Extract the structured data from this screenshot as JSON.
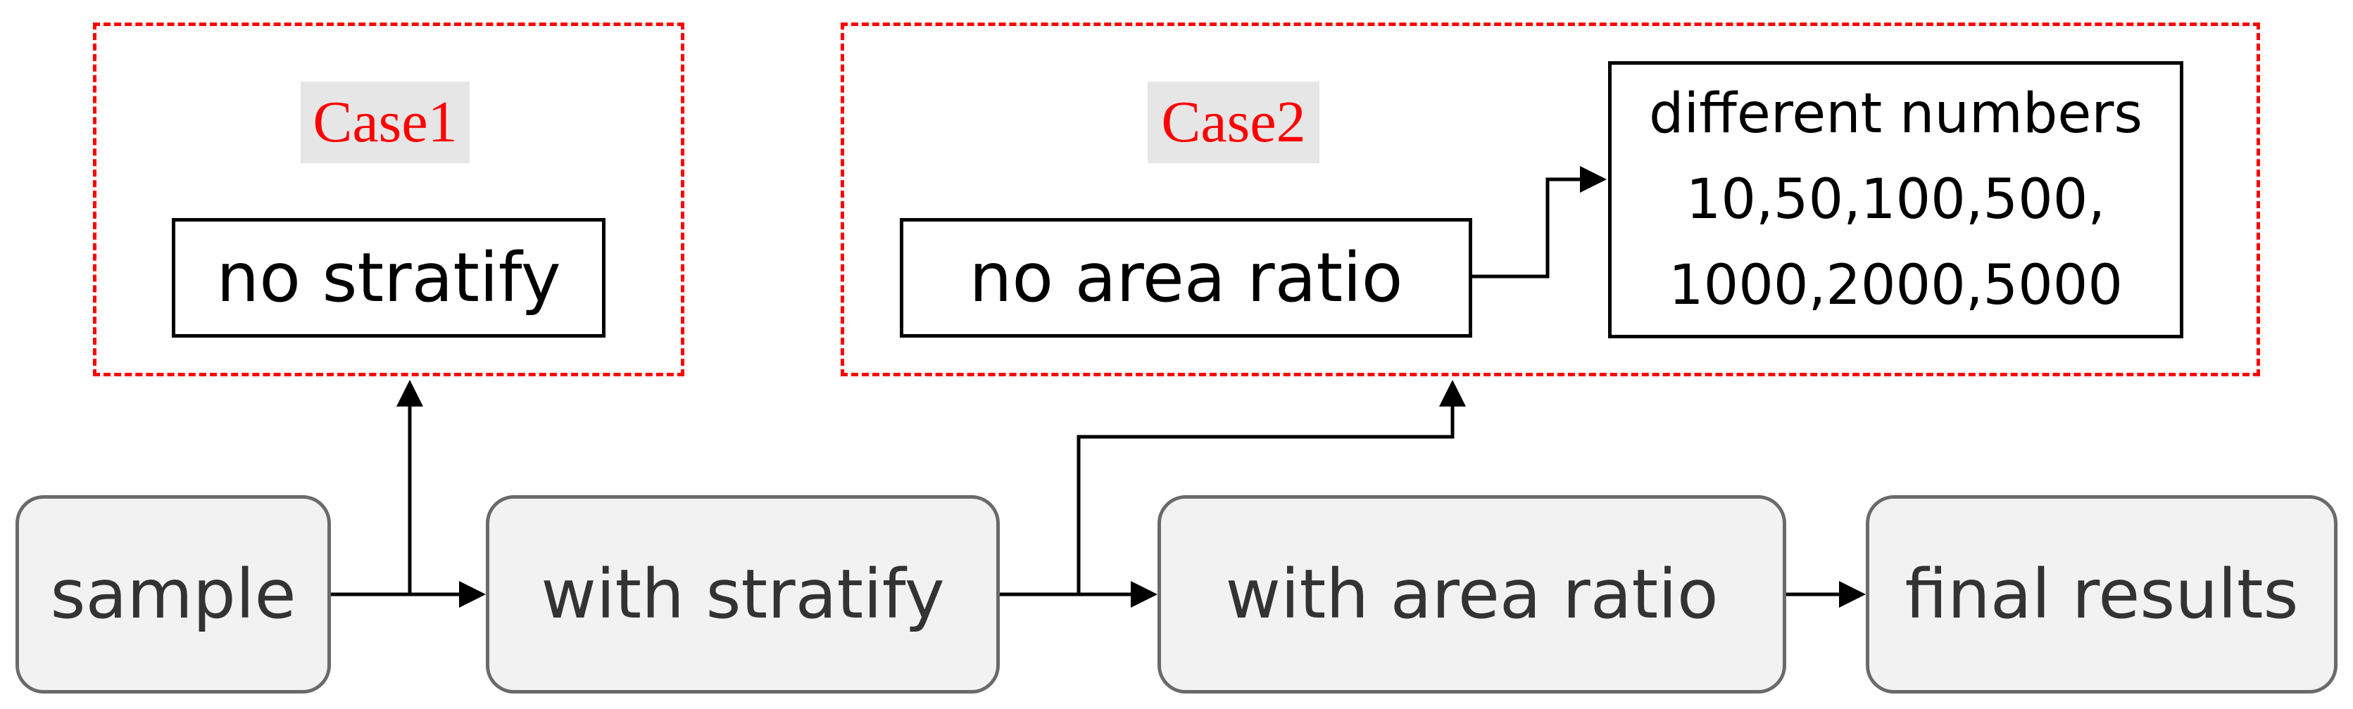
{
  "case1": {
    "label": "Case1",
    "box": "no stratify"
  },
  "case2": {
    "label": "Case2",
    "box": "no area ratio",
    "numbers": {
      "line1": "different numbers",
      "line2": "10,50,100,500,",
      "line3": "1000,2000,5000"
    }
  },
  "flow": {
    "sample": "sample",
    "with_stratify": "with stratify",
    "with_area_ratio": "with area ratio",
    "final_results": "final results"
  },
  "colors": {
    "case_frame": "#ff0000",
    "case_label_bg": "#e6e6e6",
    "flow_box_fill": "#f2f2f2",
    "flow_box_border": "#6a6a6a",
    "arrow": "#000000"
  }
}
